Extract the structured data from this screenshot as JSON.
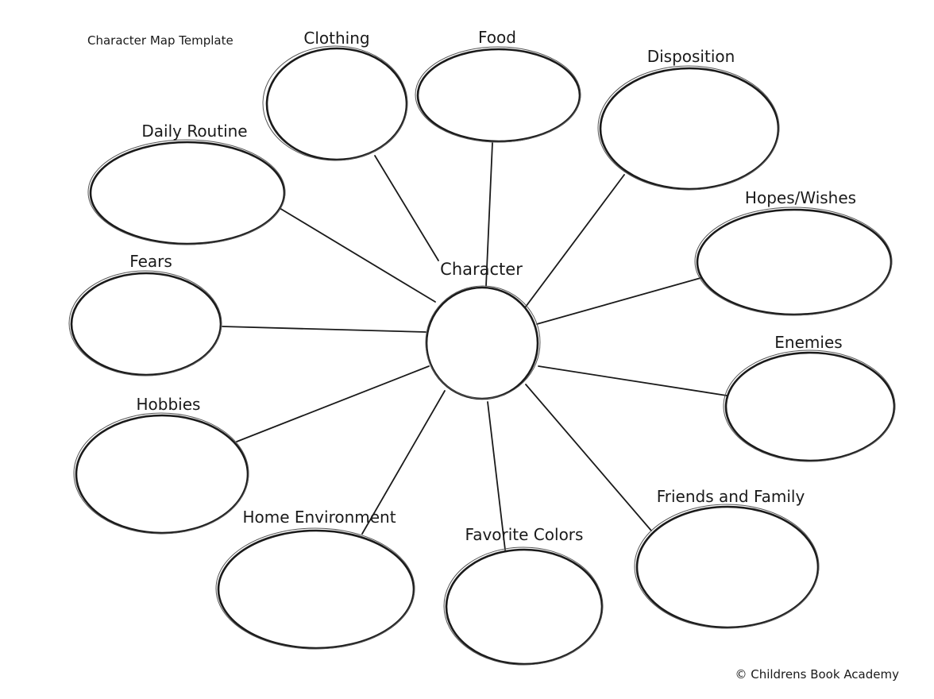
{
  "page": {
    "title": "Character Map Template",
    "copyright": "© Childrens Book Academy"
  },
  "center": {
    "label": "Character"
  },
  "bubbles": [
    {
      "id": "clothing",
      "label": "Clothing"
    },
    {
      "id": "food",
      "label": "Food"
    },
    {
      "id": "disposition",
      "label": "Disposition"
    },
    {
      "id": "daily-routine",
      "label": "Daily Routine"
    },
    {
      "id": "hopes-wishes",
      "label": "Hopes/Wishes"
    },
    {
      "id": "fears",
      "label": "Fears"
    },
    {
      "id": "enemies",
      "label": "Enemies"
    },
    {
      "id": "hobbies",
      "label": "Hobbies"
    },
    {
      "id": "friends-and-family",
      "label": "Friends and Family"
    },
    {
      "id": "home-environment",
      "label": "Home Environment"
    },
    {
      "id": "favorite-colors",
      "label": "Favorite Colors"
    }
  ]
}
